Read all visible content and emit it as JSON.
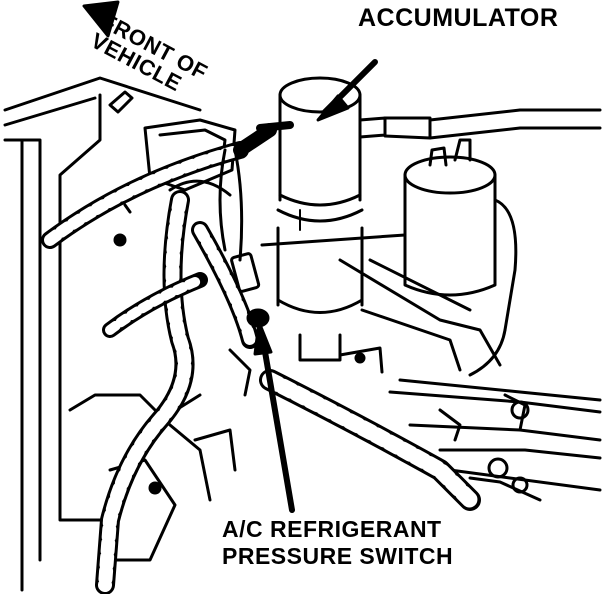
{
  "labels": {
    "accumulator": "ACCUMULATOR",
    "front_line1": "FRONT OF",
    "front_line2": "VEHICLE",
    "switch_line1": "A/C REFRIGERANT",
    "switch_line2": "PRESSURE SWITCH"
  },
  "colors": {
    "ink": "#000000",
    "paper": "#ffffff"
  }
}
